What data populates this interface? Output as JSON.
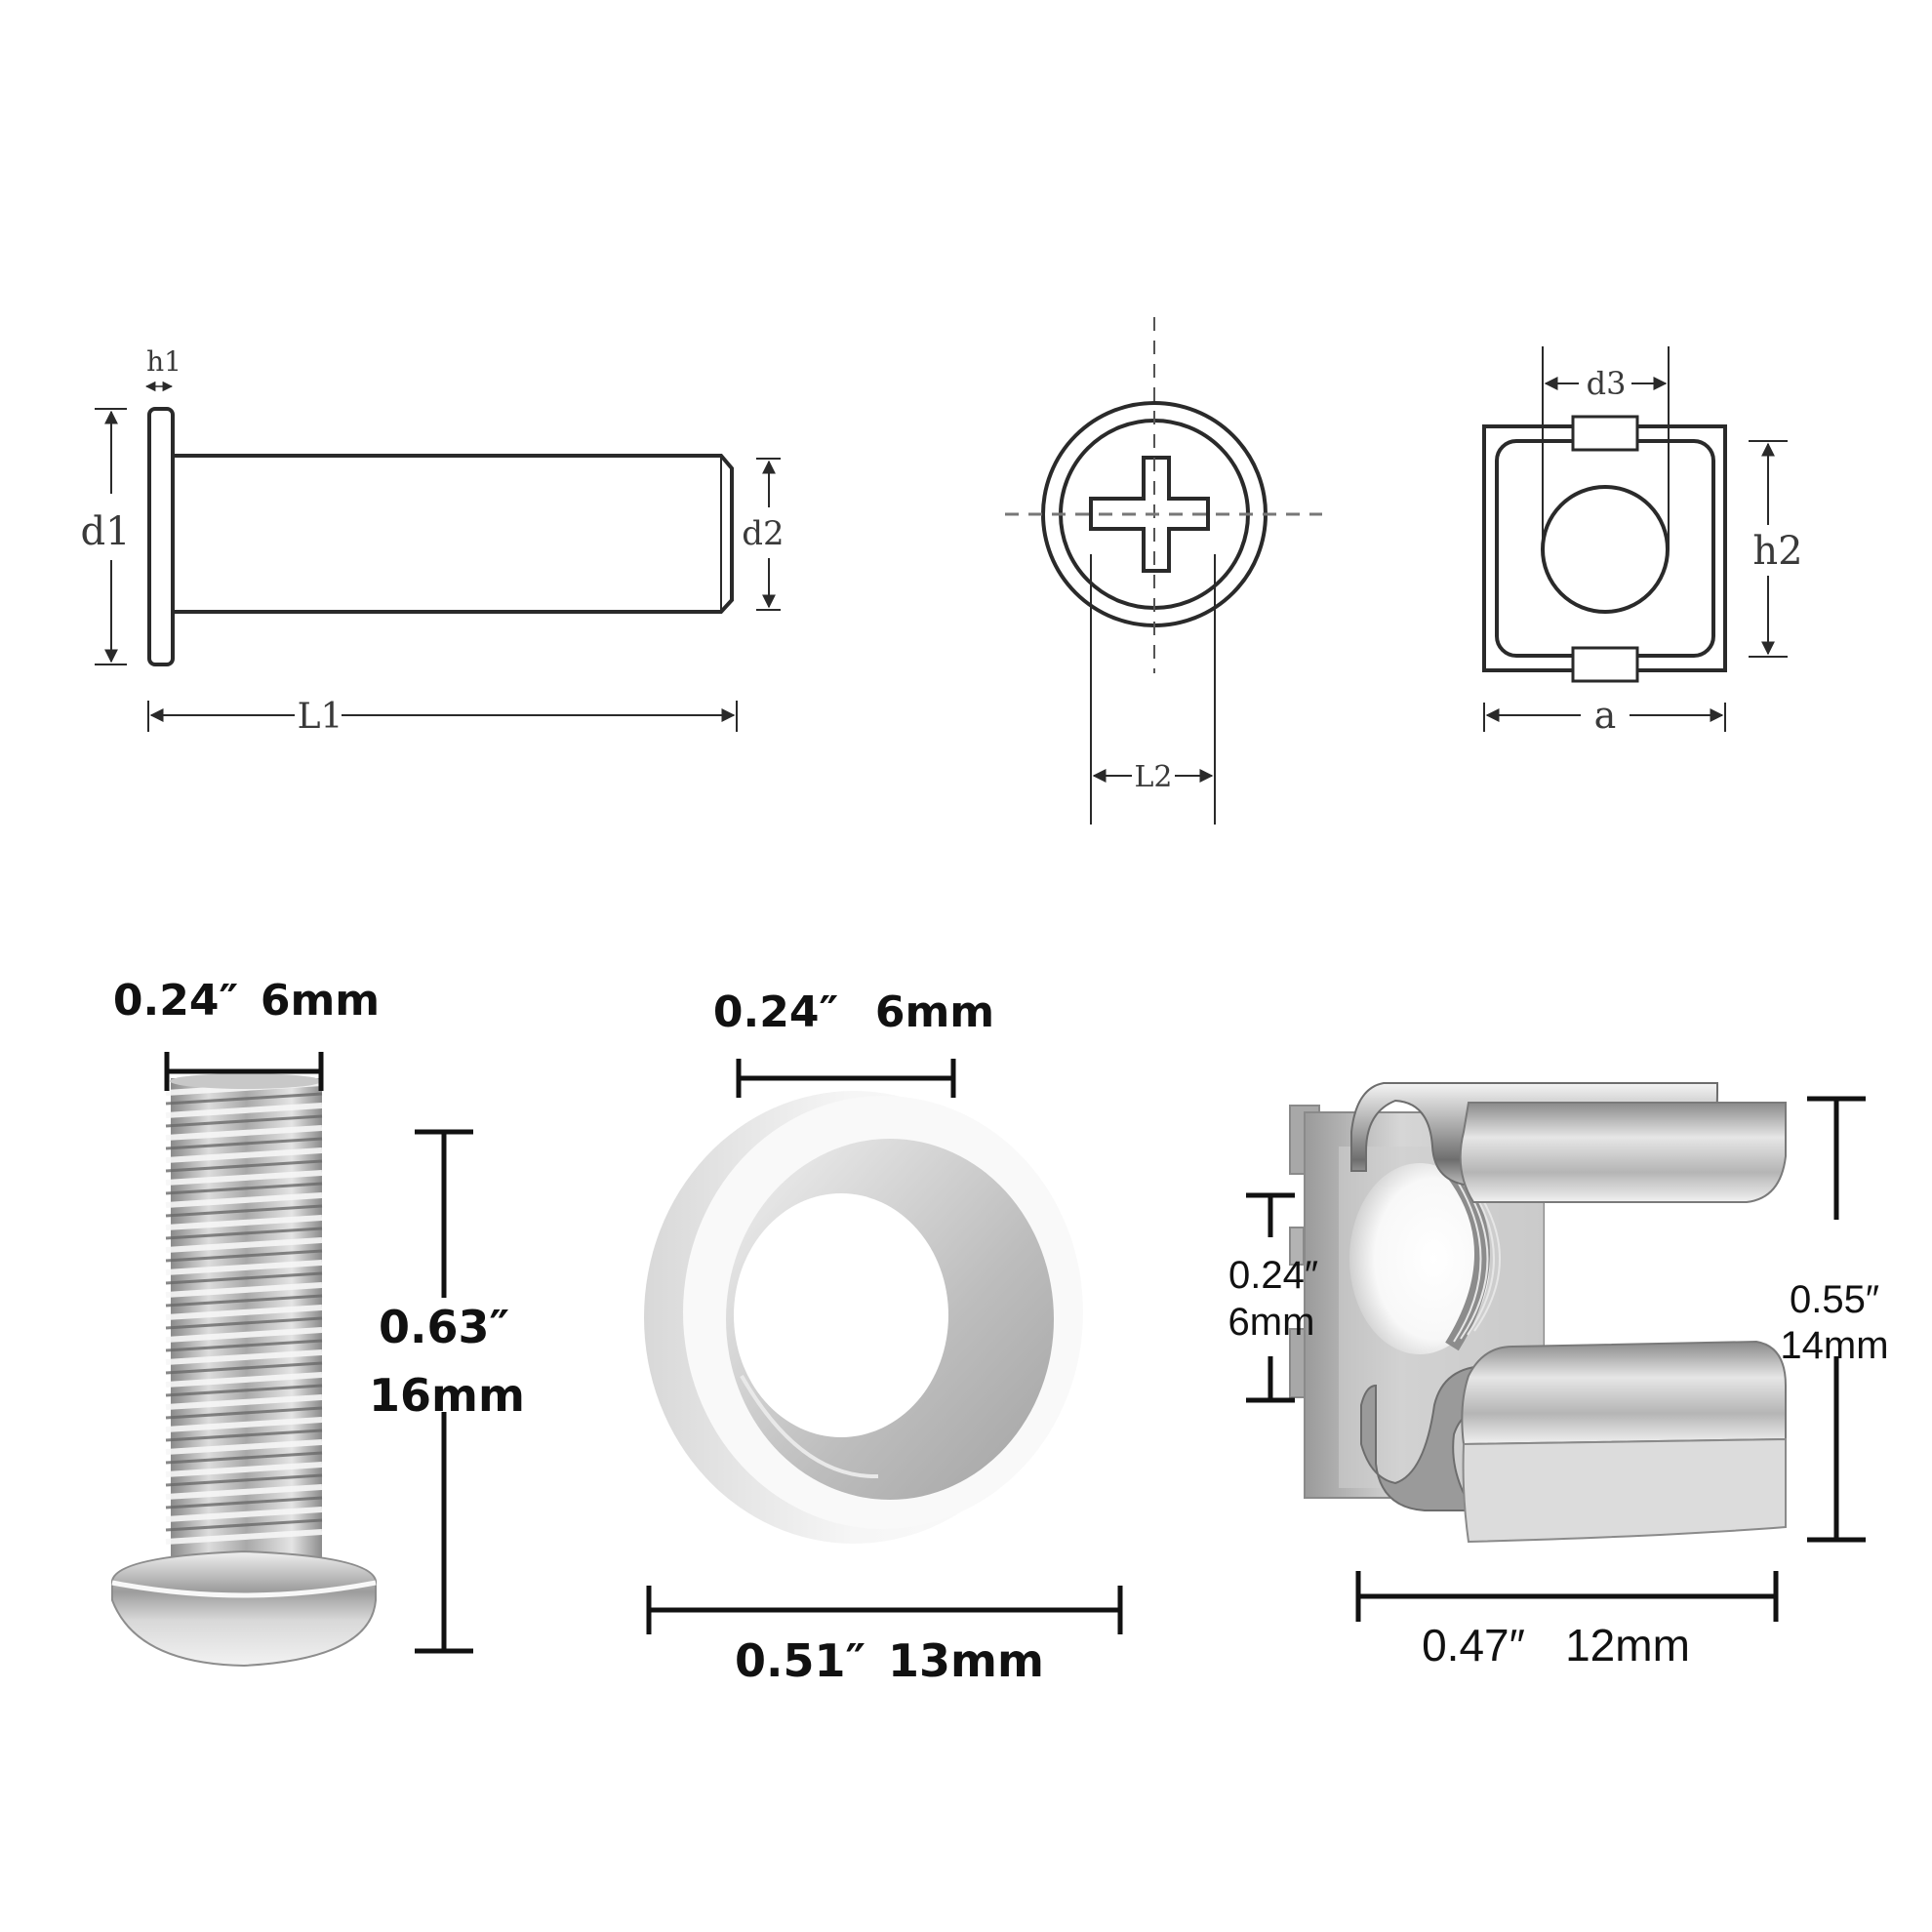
{
  "technical_drawings": {
    "screw_side_view": {
      "labels": {
        "h1": "h1",
        "d1": "d1",
        "d2": "d2",
        "L1": "L1"
      }
    },
    "screw_head_top_view": {
      "labels": {
        "L2": "L2"
      }
    },
    "cage_nut_top_view": {
      "labels": {
        "d3": "d3",
        "h2": "h2",
        "a": "a"
      }
    }
  },
  "products": {
    "screw": {
      "diameter_in": "0.24″",
      "diameter_mm": "6mm",
      "length_in": "0.63″",
      "length_mm": "16mm"
    },
    "washer": {
      "inner_in": "0.24″",
      "inner_mm": "6mm",
      "outer_in": "0.51″",
      "outer_mm": "13mm"
    },
    "cage_nut": {
      "hole_in": "0.24″",
      "hole_mm": "6mm",
      "height_in": "0.55″",
      "height_mm": "14mm",
      "width_in": "0.47″",
      "width_mm": "12mm"
    }
  },
  "colors": {
    "line": "#2a2a2a",
    "dim_line": "#111111",
    "metal_light": "#e8e8e8",
    "metal_mid": "#b9b9b9",
    "metal_dark": "#6f6f6f",
    "washer_face": "#f4f4f4",
    "washer_shadow": "#c9c9c9"
  }
}
